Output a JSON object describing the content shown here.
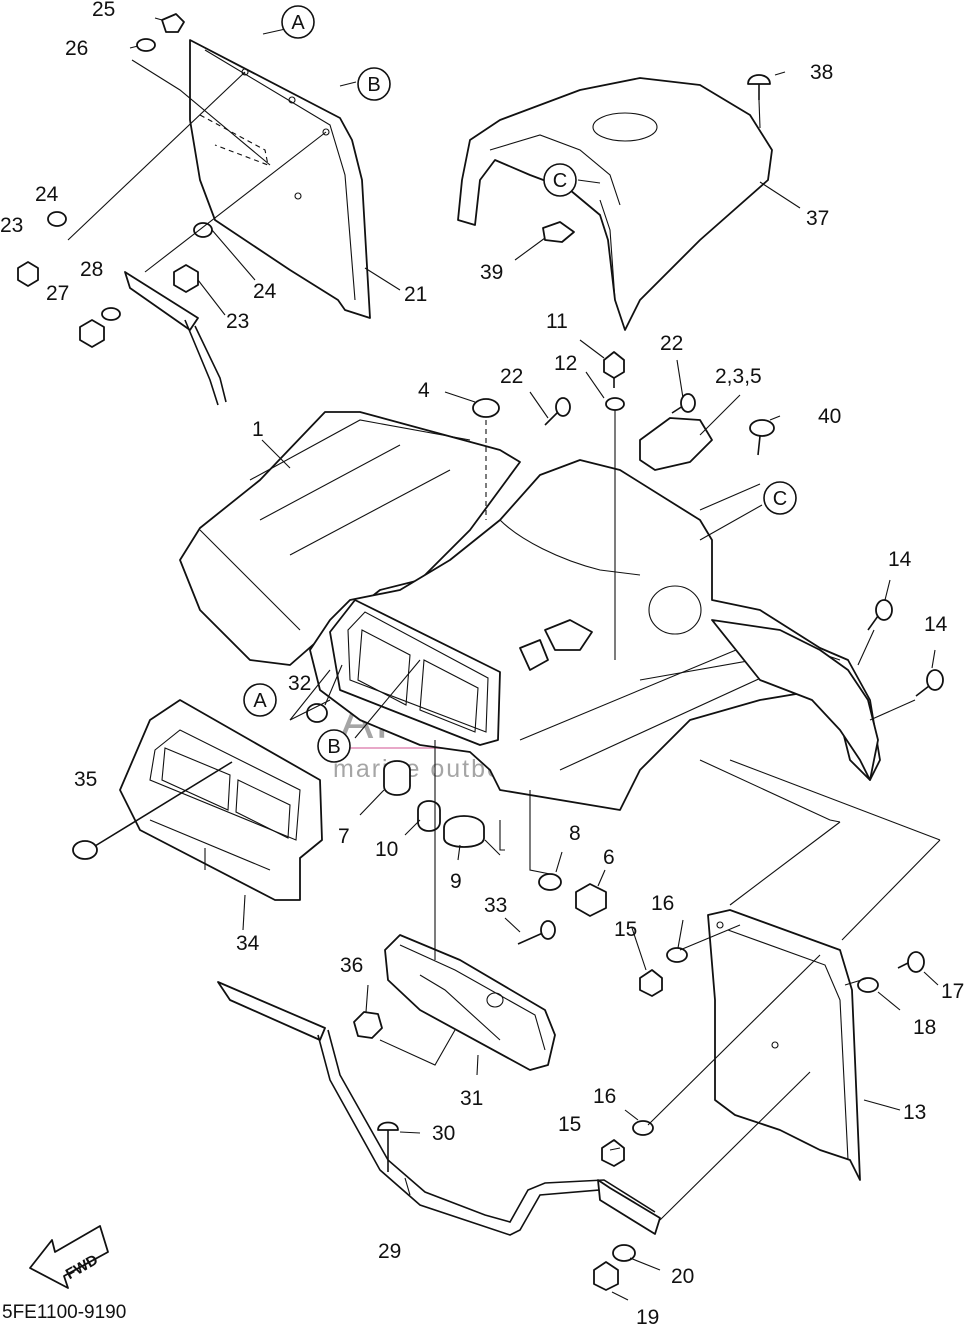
{
  "diagram_code": "5FE1100-9190",
  "fwd_label": "FWD",
  "watermark": {
    "brand": "ARMADA",
    "tagline": "marine outboards",
    "accent_color": "#e8a8c8",
    "text_color": "#888888"
  },
  "callouts": {
    "A": "A",
    "B": "B",
    "C": "C"
  },
  "part_labels": {
    "p1": "1",
    "p2_3_5": "2,3,5",
    "p4": "4",
    "p6": "6",
    "p7": "7",
    "p8": "8",
    "p9": "9",
    "p10": "10",
    "p11": "11",
    "p12": "12",
    "p13": "13",
    "p14a": "14",
    "p14b": "14",
    "p15a": "15",
    "p15b": "15",
    "p16a": "16",
    "p16b": "16",
    "p17": "17",
    "p18": "18",
    "p19": "19",
    "p20": "20",
    "p21": "21",
    "p22a": "22",
    "p22b": "22",
    "p23a": "23",
    "p23b": "23",
    "p24a": "24",
    "p24b": "24",
    "p25": "25",
    "p26": "26",
    "p27": "27",
    "p28": "28",
    "p29": "29",
    "p30": "30",
    "p31": "31",
    "p32": "32",
    "p33": "33",
    "p34": "34",
    "p35": "35",
    "p36": "36",
    "p37": "37",
    "p38": "38",
    "p39": "39",
    "p40": "40"
  }
}
